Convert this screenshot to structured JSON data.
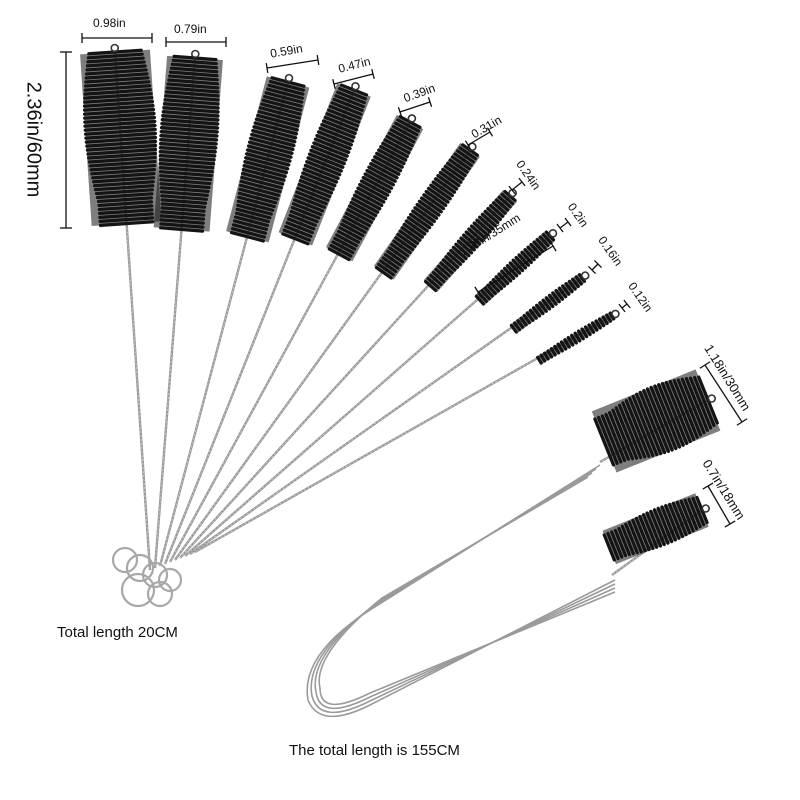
{
  "labels": {
    "small_total_length": "Total length 20CM",
    "long_total_length": "The total length is 155CM",
    "height_dimension": "2.36in/60mm",
    "diameters": [
      "0.98in",
      "0.79in",
      "0.59in",
      "0.47in",
      "0.39in",
      "0.31in",
      "0.24in",
      "0.2in",
      "0.16in",
      "0.12in"
    ],
    "bristle_length_small": "1.38in/35mm",
    "long_brush_large_head": "1.18in/30mm",
    "long_brush_small_head": "0.7in/18mm"
  },
  "colors": {
    "bristle": "#141414",
    "wire": "#9a9a9a",
    "ring": "#a8a8a8",
    "text": "#111111",
    "background": "#ffffff"
  },
  "icons": {
    "brush": "bottle-brush-icon",
    "ring": "key-ring-icon"
  }
}
